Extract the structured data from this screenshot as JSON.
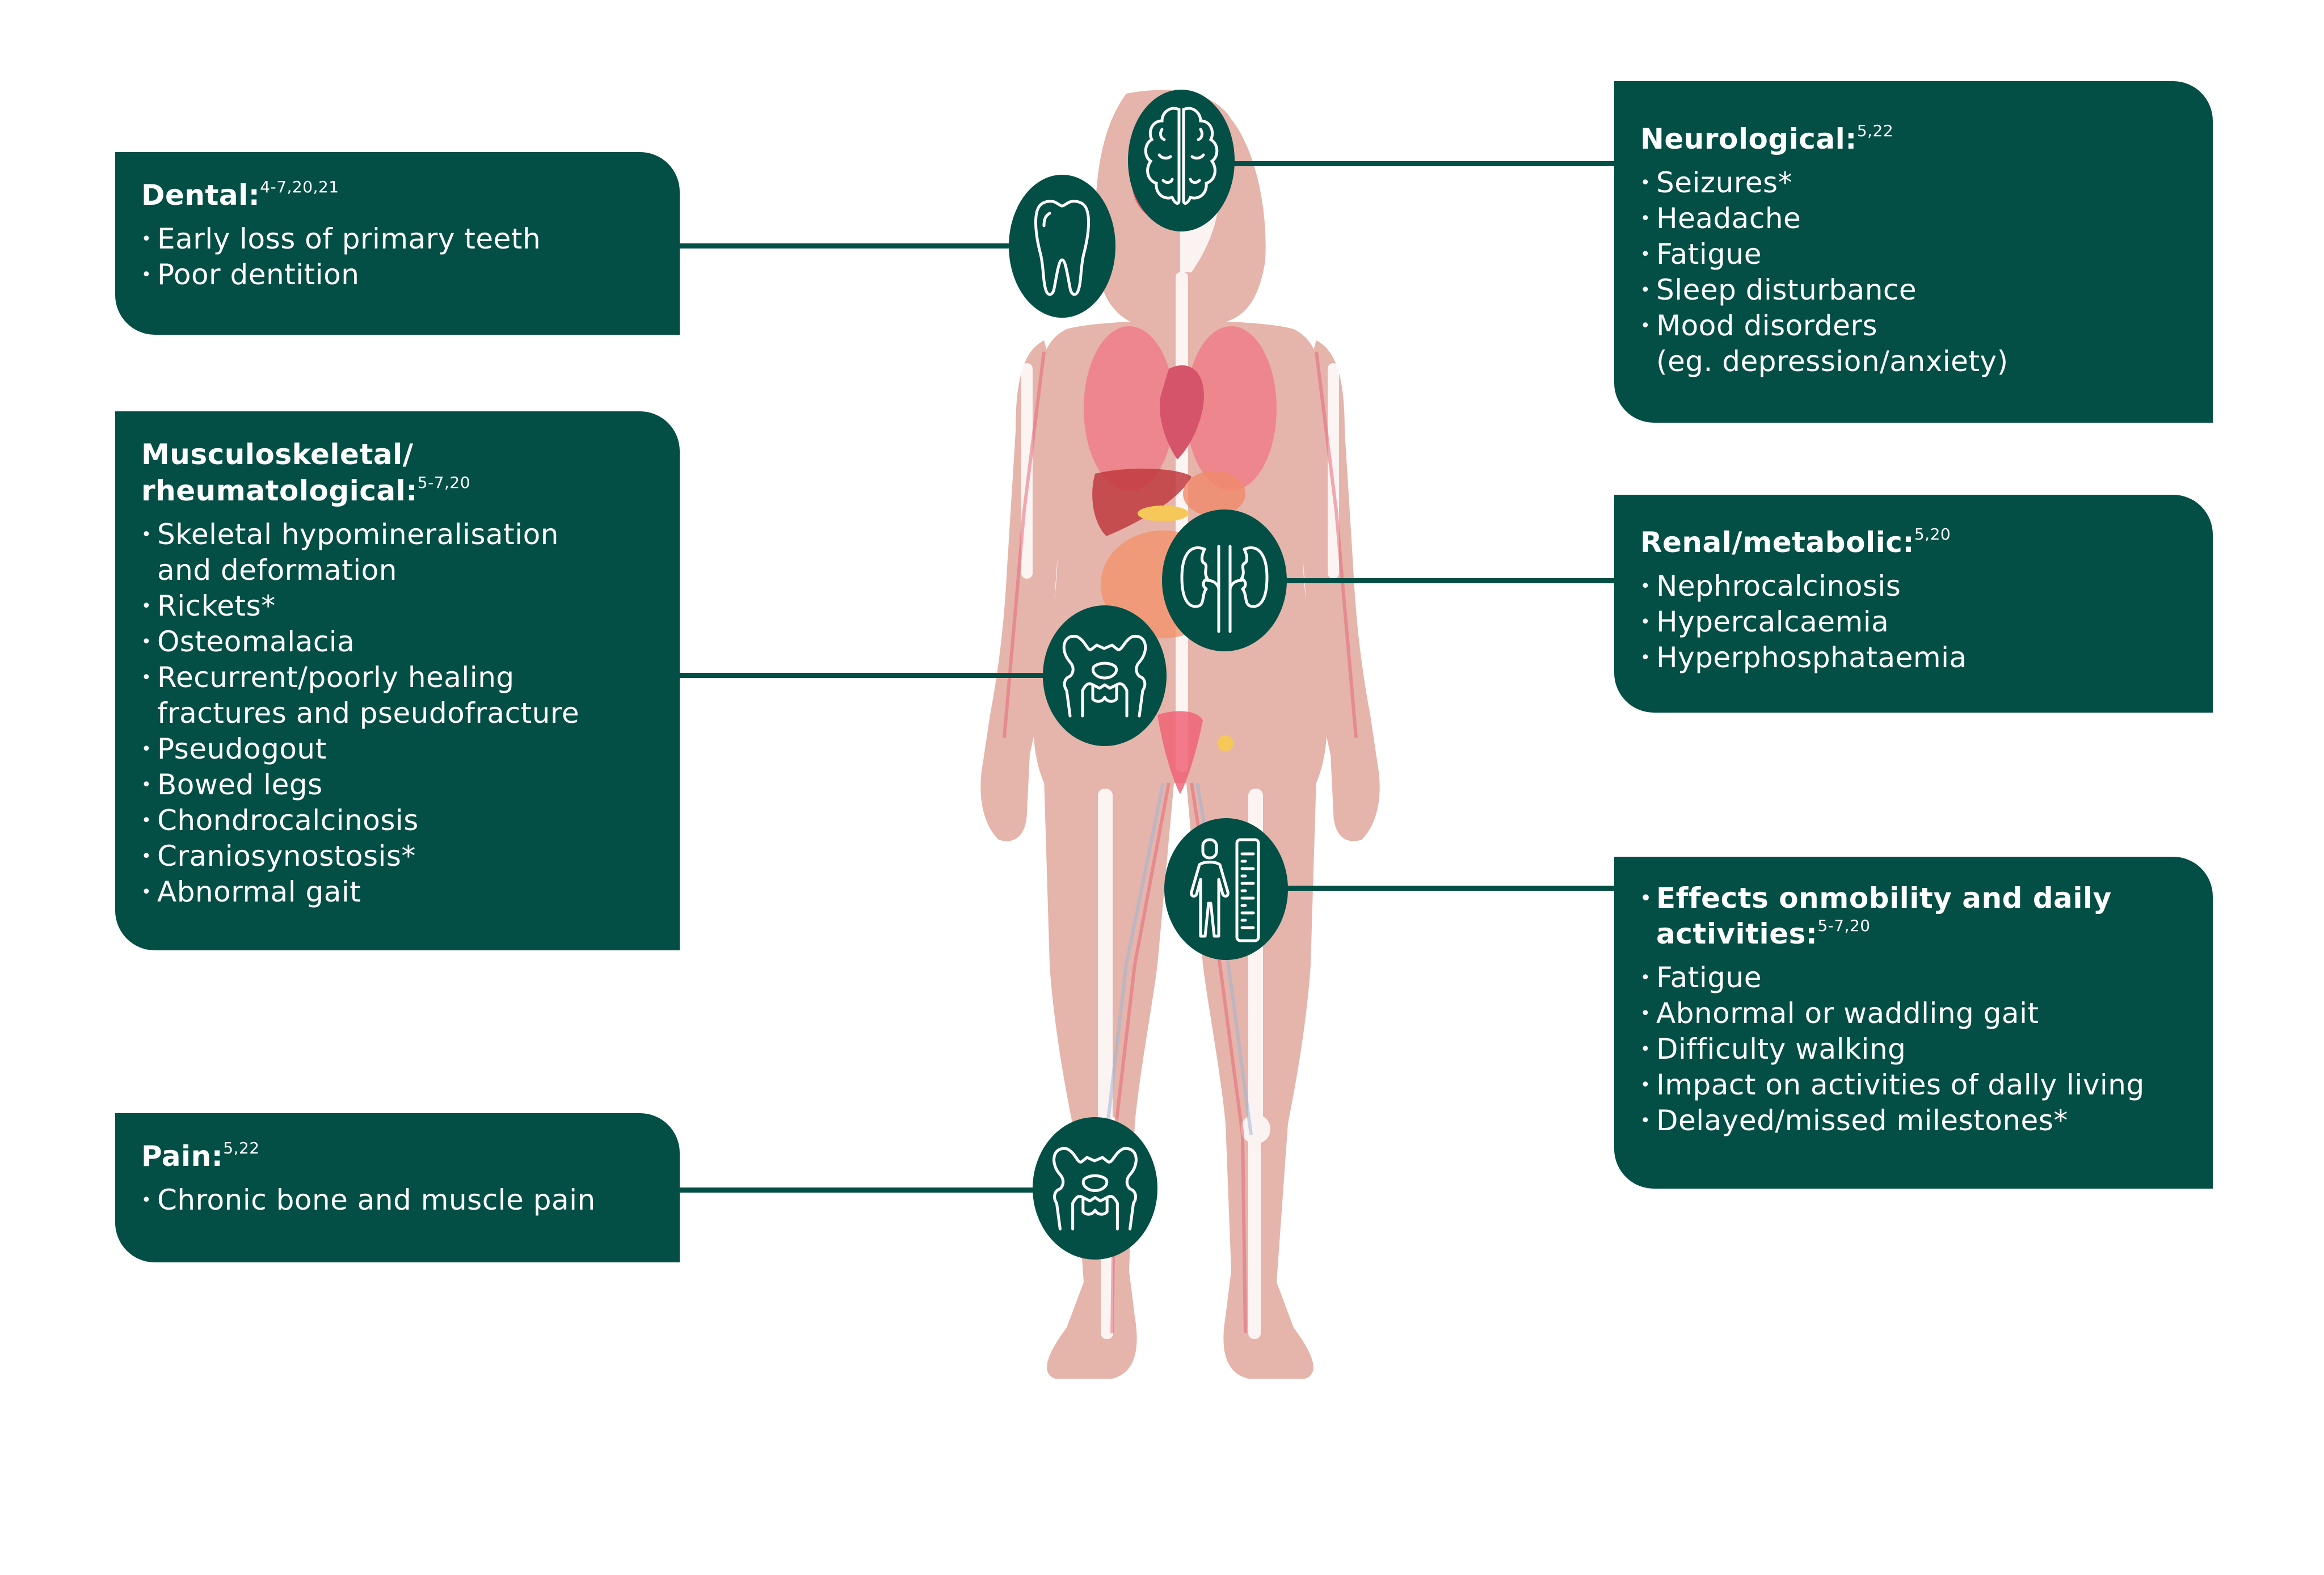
{
  "colors": {
    "panel": "#034f46",
    "panel_text": "#ffffff",
    "skin": "#e5b4aa",
    "organ_red": "#f0606e",
    "bone": "#ffffff",
    "vein_blue": "#c9dcef"
  },
  "panels": {
    "dental": {
      "title": "Dental:",
      "refs": "4-7,20,21",
      "icon": "tooth-icon",
      "items": [
        "Early loss of primary teeth",
        "Poor dentition"
      ]
    },
    "musculoskeletal": {
      "title_line1": "Musculoskeletal/",
      "title_line2": "rheumatological:",
      "refs": "5-7,20",
      "icon": "pelvis-icon",
      "items": [
        "Skeletal hypomineralisation",
        "and deformation",
        "Rickets*",
        "Osteomalacia",
        "Recurrent/poorly healing",
        "fractures and pseudofracture",
        "Pseudogout",
        "Bowed legs",
        "Chondrocalcinosis",
        "Craniosynostosis*",
        "Abnormal gait"
      ]
    },
    "pain": {
      "title": "Pain:",
      "refs": "5,22",
      "icon": "pelvis-icon",
      "items": [
        "Chronic bone and muscle pain"
      ]
    },
    "neurological": {
      "title": "Neurological:",
      "refs": "5,22",
      "icon": "brain-icon",
      "items": [
        "Seizures*",
        "Headache",
        "Fatigue",
        "Sleep disturbance",
        "Mood disorders",
        "(eg. depression/anxiety)"
      ]
    },
    "renal": {
      "title": "Renal/metabolic:",
      "refs": "5,20",
      "icon": "kidneys-icon",
      "items": [
        "Nephrocalcinosis",
        "Hypercalcaemia",
        "Hyperphosphataemia"
      ]
    },
    "mobility": {
      "title_line1": "Effects onmobility and daily",
      "title_line2": "activities:",
      "refs": "5-7,20",
      "icon": "height-measure-icon",
      "items": [
        "Fatigue",
        "Abnormal or waddling gait",
        "Difficulty walking",
        "Impact on activities of dally living",
        "Delayed/missed milestones*"
      ]
    }
  }
}
